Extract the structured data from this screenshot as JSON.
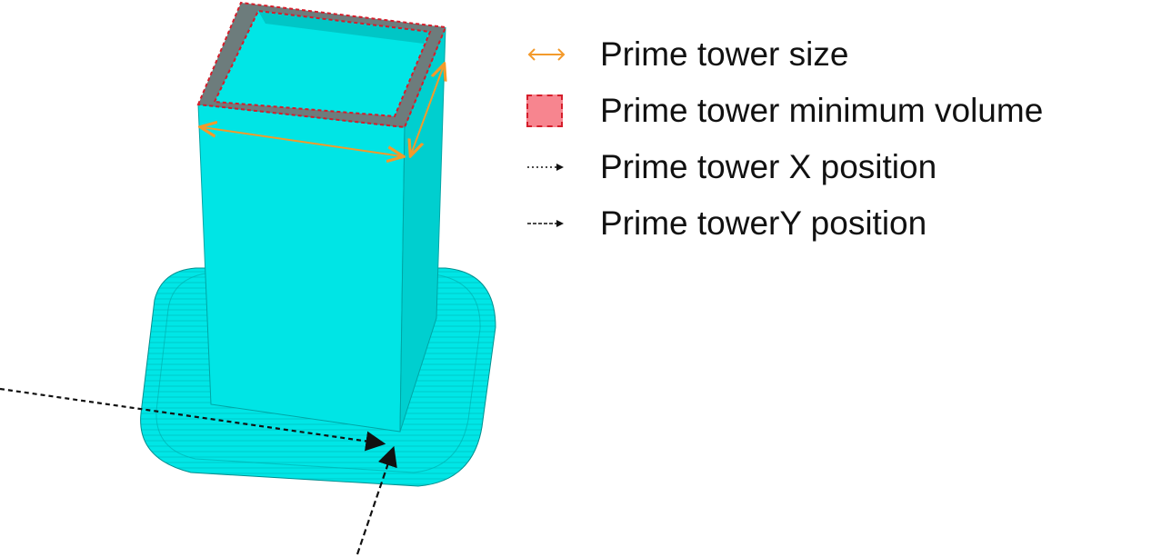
{
  "colors": {
    "tower": "#00e7e6",
    "tower_side": "#00cfcf",
    "tower_top_rim": "#5c6f6f",
    "base_skirt": "#00e8e8",
    "size_arrow": "#f39a2b",
    "volume_fill": "#f7858f",
    "volume_border": "#d51d2a",
    "position_arrow": "#111111"
  },
  "legend": [
    {
      "icon": "double-arrow-icon",
      "label": "Prime tower size"
    },
    {
      "icon": "dashed-square-icon",
      "label": "Prime tower minimum volume"
    },
    {
      "icon": "dotted-arrow-icon",
      "label": "Prime tower X position"
    },
    {
      "icon": "dashed-arrow-icon",
      "label": "Prime towerY position"
    }
  ]
}
